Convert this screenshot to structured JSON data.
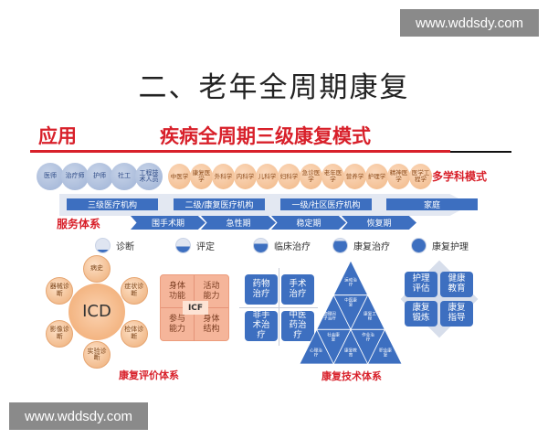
{
  "watermark_top": "www.wddsdy.com",
  "watermark_bottom": "www.wddsdy.com",
  "title": "二、老年全周期康复",
  "header": {
    "left": "应用",
    "center": "疾病全周期三级康复模式"
  },
  "staff": [
    "医师",
    "治疗师",
    "护师",
    "社工",
    "工程技术人员"
  ],
  "disciplines": [
    "中医学",
    "康复医学",
    "外科学",
    "内科学",
    "儿科学",
    "妇科学",
    "急诊医学",
    "老年医学",
    "营养学",
    "护理学",
    "精神医学",
    "医学工程学"
  ],
  "multidisciplinary_label": "多学科模式",
  "institutions": [
    "三级医疗机构",
    "二级/康复医疗机构",
    "一级/社区医疗机构",
    "家庭"
  ],
  "service_system_label": "服务体系",
  "phases": [
    "围手术期",
    "急性期",
    "稳定期",
    "恢复期"
  ],
  "legend": [
    {
      "label": "诊断",
      "fill_percent": 20
    },
    {
      "label": "评定",
      "fill_percent": 45
    },
    {
      "label": "临床治疗",
      "fill_percent": 65
    },
    {
      "label": "康复治疗",
      "fill_percent": 85
    },
    {
      "label": "康复护理",
      "fill_percent": 100
    }
  ],
  "icd": {
    "center": "ICD",
    "items": [
      "病史",
      "症状诊断",
      "检体诊断",
      "实验诊断",
      "影像诊断",
      "器械诊断"
    ]
  },
  "icf": {
    "center": "ICF",
    "items": [
      "身体功能",
      "活动能力",
      "参与能力",
      "身体结构"
    ]
  },
  "evaluation_label": "康复评价体系",
  "treatments": [
    "药物治疗",
    "手术治疗",
    "非手术治疗",
    "中医药治疗"
  ],
  "pyramid": [
    "运动治疗",
    "中医康复",
    "物理因子治疗",
    "康复工程",
    "社会康复",
    "作业治疗",
    "心理治疗",
    "康复教育",
    "职业康复"
  ],
  "technology_label": "康复技术体系",
  "nursing": [
    "护理评估",
    "健康教育",
    "康复锻炼",
    "康复指导"
  ],
  "colors": {
    "accent_red": "#d8202a",
    "blue": "#3d6fc0",
    "orange": "#f1b887",
    "light_blue": "#a9bbdc"
  }
}
